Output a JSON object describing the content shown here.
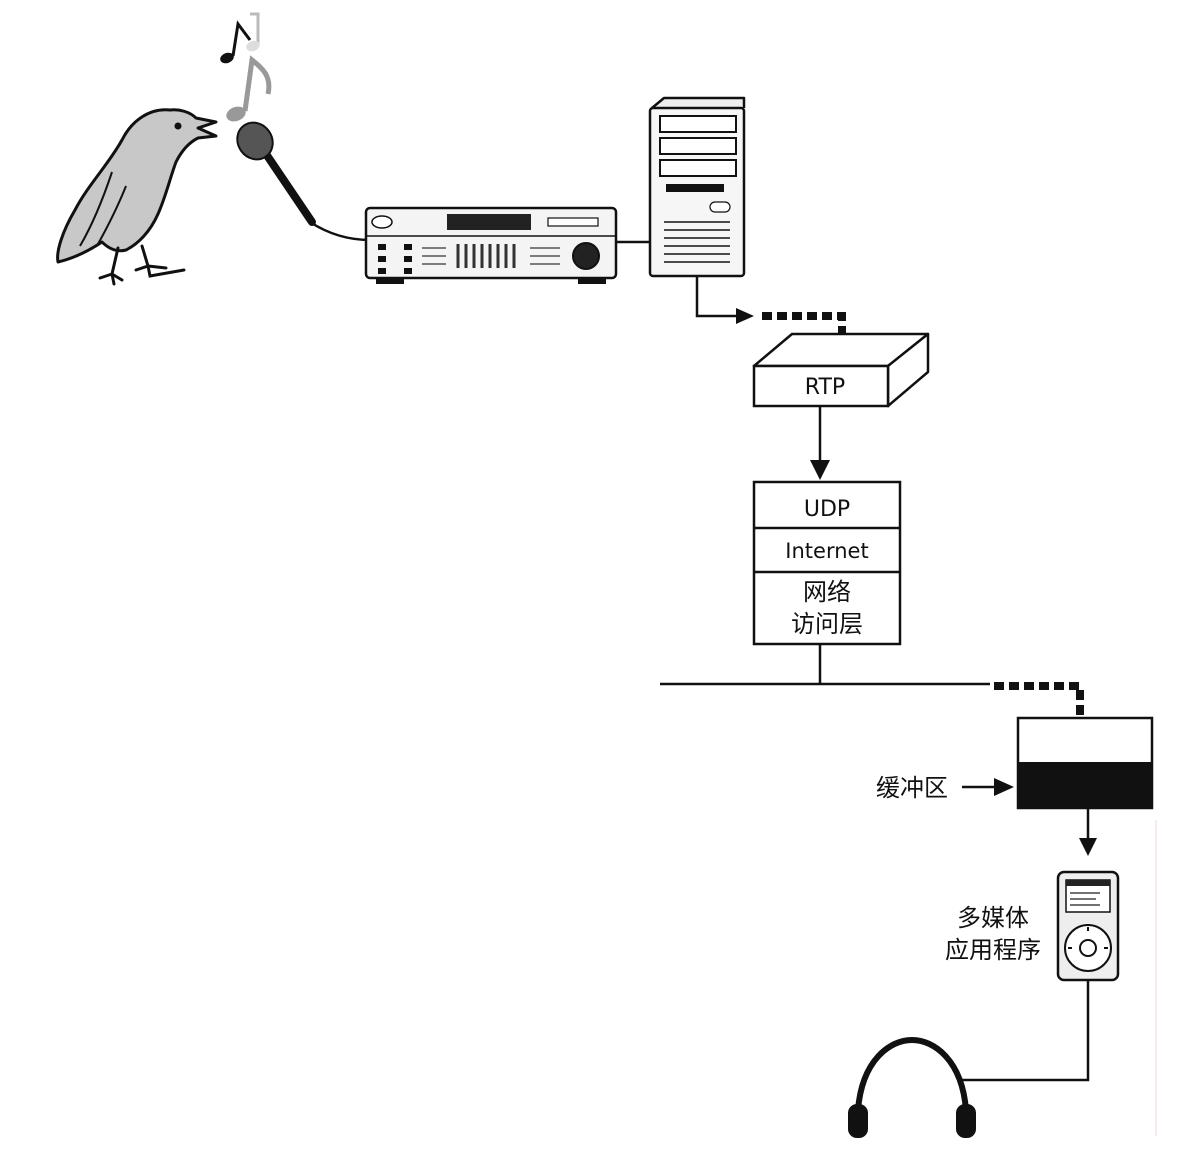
{
  "labels": {
    "rtp": "RTP",
    "udp": "UDP",
    "internet": "Internet",
    "network_access_line1": "网络",
    "network_access_line2": "访问层",
    "buffer": "缓冲区",
    "multimedia_line1": "多媒体",
    "multimedia_line2": "应用程序"
  },
  "icons": [
    "bird-icon",
    "music-notes-icon",
    "microphone-icon",
    "audio-encoder-icon",
    "server-tower-icon",
    "media-player-icon",
    "headphones-icon"
  ]
}
